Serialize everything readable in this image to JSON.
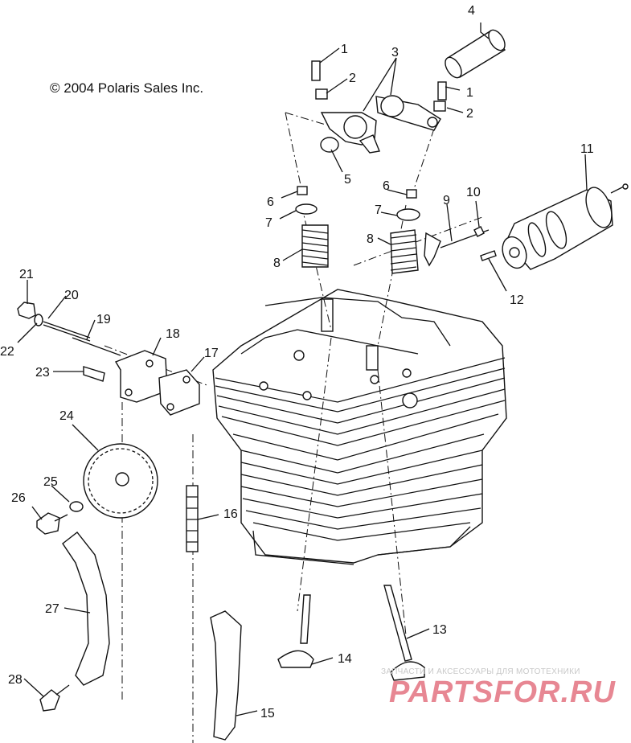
{
  "copyright": "© 2004 Polaris Sales Inc.",
  "watermark": {
    "tagline": "ЗАПЧАСТИ И АКСЕССУАРЫ ДЛЯ МОТОТЕХНИКИ",
    "logo": "PARTSFOR.RU",
    "color": "#e06070"
  },
  "callouts": [
    {
      "id": "c4",
      "label": "4"
    },
    {
      "id": "c1a",
      "label": "1"
    },
    {
      "id": "c3",
      "label": "3"
    },
    {
      "id": "c2a",
      "label": "2"
    },
    {
      "id": "c1b",
      "label": "1"
    },
    {
      "id": "c2b",
      "label": "2"
    },
    {
      "id": "c5",
      "label": "5"
    },
    {
      "id": "c11",
      "label": "11"
    },
    {
      "id": "c6a",
      "label": "6"
    },
    {
      "id": "c6b",
      "label": "6"
    },
    {
      "id": "c10",
      "label": "10"
    },
    {
      "id": "c9",
      "label": "9"
    },
    {
      "id": "c7a",
      "label": "7"
    },
    {
      "id": "c7b",
      "label": "7"
    },
    {
      "id": "c8a",
      "label": "8"
    },
    {
      "id": "c8b",
      "label": "8"
    },
    {
      "id": "c12",
      "label": "12"
    },
    {
      "id": "c21",
      "label": "21"
    },
    {
      "id": "c20",
      "label": "20"
    },
    {
      "id": "c19",
      "label": "19"
    },
    {
      "id": "c18",
      "label": "18"
    },
    {
      "id": "c17",
      "label": "17"
    },
    {
      "id": "c22",
      "label": "22"
    },
    {
      "id": "c23",
      "label": "23"
    },
    {
      "id": "c24",
      "label": "24"
    },
    {
      "id": "c25",
      "label": "25"
    },
    {
      "id": "c26",
      "label": "26"
    },
    {
      "id": "c16",
      "label": "16"
    },
    {
      "id": "c27",
      "label": "27"
    },
    {
      "id": "c13",
      "label": "13"
    },
    {
      "id": "c14",
      "label": "14"
    },
    {
      "id": "c28",
      "label": "28"
    },
    {
      "id": "c15",
      "label": "15"
    }
  ]
}
